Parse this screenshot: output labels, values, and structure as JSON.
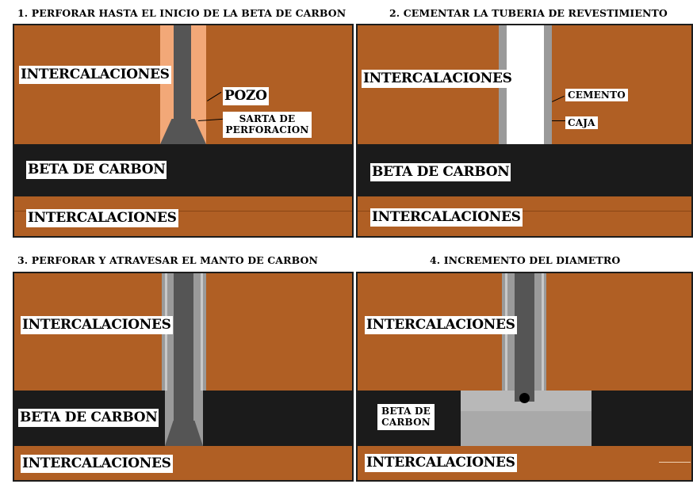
{
  "panels": [
    {
      "title": "1. PERFORAR HASTA EL INICIO DE LA BETA DE CARBON",
      "labels": {
        "intercalaciones_top": "INTERCALACIONES",
        "pozo": "POZO",
        "sarta_de_perforacion": "SARTA DE PERFORACION",
        "beta_de_carbon": "BETA DE CARBON",
        "intercalaciones_bottom": "INTERCALACIONES"
      }
    },
    {
      "title": "2. CEMENTAR LA TUBERIA DE REVESTIMIENTO",
      "labels": {
        "intercalaciones_top": "INTERCALACIONES",
        "cemento": "CEMENTO",
        "caja": "CAJA",
        "beta_de_carbon": "BETA DE CARBON",
        "intercalaciones_bottom": "INTERCALACIONES"
      }
    },
    {
      "title": "3. PERFORAR Y ATRAVESAR EL MANTO DE CARBON",
      "labels": {
        "intercalaciones_top": "INTERCALACIONES",
        "beta_de_carbon": "BETA DE CARBON",
        "intercalaciones_bottom": "INTERCALACIONES"
      }
    },
    {
      "title": "4. INCREMENTO DEL DIAMETRO",
      "labels": {
        "intercalaciones_top": "INTERCALACIONES",
        "beta_de_carbon": "BETA DE CARBON",
        "intercalaciones_bottom": "INTERCALACIONES"
      }
    }
  ],
  "colors": {
    "rock": "#b05f24",
    "coal": "#1b1b1b",
    "wellbore": "#f2a878",
    "drill_string": "#555555",
    "cement": "#9a9a9a",
    "casing": "#ffffff",
    "enlarged_cavity": "#a9a9a9"
  }
}
